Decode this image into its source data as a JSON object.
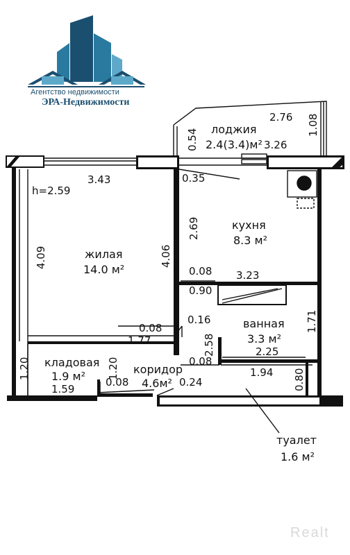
{
  "logo": {
    "line1": "Агентство недвижимости",
    "line2": "ЭРА-Недвижимости",
    "colors": {
      "dark": "#1b4f70",
      "mid": "#2a7aa0",
      "light": "#5ea9c9"
    }
  },
  "plan": {
    "height_label": "h=2.59",
    "rooms": {
      "loggia": {
        "name": "лоджия",
        "area": "2.4(3.4)м²"
      },
      "kitchen": {
        "name": "кухня",
        "area": "8.3 м²"
      },
      "living": {
        "name": "жилая",
        "area": "14.0 м²"
      },
      "bathroom": {
        "name": "ванная",
        "area": "3.3 м²"
      },
      "storage": {
        "name": "кладовая",
        "area": "1.9 м²"
      },
      "corridor": {
        "name": "коридор",
        "area": "4.6м²"
      },
      "toilet": {
        "name": "туалет",
        "area": "1.6 м²"
      }
    },
    "dimensions": {
      "loggia_width": "2.76",
      "loggia_depth": "1.08",
      "loggia_side": "0.54",
      "loggia_inner": "3.26",
      "living_width": "3.43",
      "kitchen_notch": "0.35",
      "kitchen_depth": "2.69",
      "living_depth": "4.09",
      "partition_depth": "4.06",
      "kitchen_wall_a": "0.08",
      "kitchen_wall_b": "0.90",
      "bath_width": "3.23",
      "storage_wall": "0.08",
      "corridor_post": "0.16",
      "storage_width": "1.77",
      "bath_depth": "1.71",
      "corridor_side": "2.58",
      "bath_inner": "2.25",
      "corridor_wall": "0.08",
      "toilet_width": "1.94",
      "toilet_depth": "0.80",
      "storage_depth_a": "1.20",
      "storage_depth_b": "1.20",
      "storage_door": "1.59",
      "corridor_wall_b": "0.08",
      "entrance_wall": "0.24"
    }
  },
  "watermark": "Realt"
}
